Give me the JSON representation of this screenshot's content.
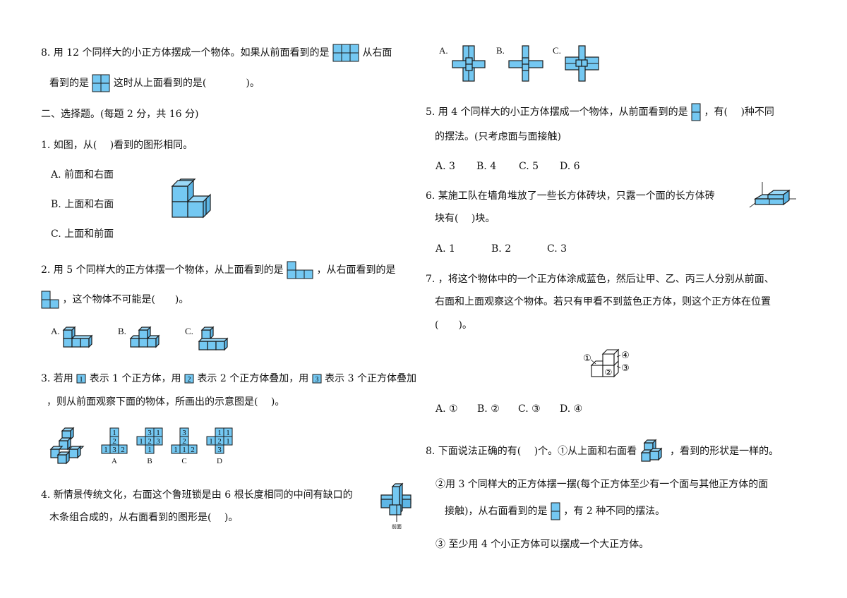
{
  "left": {
    "q8": {
      "line1_a": "8. 用 12 个同样大的小正方体摆成一个物体。如果从前面看到的是",
      "line1_b": "从右面",
      "line2_a": "看到的是",
      "line2_b": "这时从上面看到的是(　　　　)。"
    },
    "section_title": "二、选择题。(每题 2 分，共 16 分)",
    "q1": {
      "stem": "1. 如图，从(　 )看到的图形相同。",
      "options": [
        "A. 前面和右面",
        "B. 上面和右面",
        "C. 上面和前面"
      ]
    },
    "q2": {
      "line1_a": "2. 用 5 个同样大的正方体摆一个物体，从上面看到的是",
      "line1_b": "，从右面看到的是",
      "line2": "，这个物体不可能是(　　)。",
      "options": [
        "A.",
        "B.",
        "C."
      ]
    },
    "q3": {
      "line1_a": "3. 若用",
      "line1_b": "表示 1 个正方体，用",
      "line1_c": "表示 2 个正方体叠加，用",
      "line1_d": "表示 3 个正方体叠加",
      "line2": "，则从前面观察下面的物体，所画出的示意图是(　 )。",
      "legend": [
        "1",
        "2",
        "3"
      ],
      "options": [
        {
          "label": "A",
          "rows": [
            [
              "",
              "1",
              ""
            ],
            [
              "",
              "2",
              ""
            ],
            [
              "1",
              "3",
              "2"
            ]
          ]
        },
        {
          "label": "B",
          "rows": [
            [
              "",
              "3",
              "1"
            ],
            [
              "1",
              "2",
              "3"
            ],
            [
              "",
              "1",
              ""
            ]
          ]
        },
        {
          "label": "C",
          "rows": [
            [
              "",
              "3",
              ""
            ],
            [
              "",
              "2",
              ""
            ],
            [
              "1",
              "1",
              "2"
            ]
          ]
        },
        {
          "label": "D",
          "rows": [
            [
              "",
              "1",
              "1"
            ],
            [
              "1",
              "2",
              "1"
            ],
            [
              "",
              "3",
              ""
            ]
          ]
        }
      ]
    },
    "q4": {
      "line1": "4. 新情景传统文化，右面这个鲁班锁是由 6 根长度相同的中间有缺口的",
      "line2": "木条组合成的，从右面看到的图形是(　 )。",
      "figure_caption": "前面"
    }
  },
  "right": {
    "q4_options": [
      "A.",
      "B.",
      "C."
    ],
    "q5": {
      "line1_a": "5. 用 4 个同样大的小正方体摆成一个物体，从前面看到的是",
      "line1_b": "，有(　 )种不同",
      "line2": "的摆法。(只考虑面与面接触)",
      "options": [
        "A.  3",
        "B. 4",
        "C. 5",
        "D.  6"
      ]
    },
    "q6": {
      "line1": "6. 某施工队在墙角堆放了一些长方体砖块，只露一个面的长方体砖",
      "line2": "块有(　 )块。",
      "options": [
        "A.  1",
        "B.  2",
        "C. 3"
      ]
    },
    "q7": {
      "line1": "7. ，将这个物体中的一个正方体涂成蓝色，然后让甲、乙、丙三人分别从前面、",
      "line2": "右面和上面观察这个物体。若只有甲看不到蓝色正方体，则这个正方体在位置",
      "line3": "(　　)。",
      "markers": [
        "①",
        "②",
        "③",
        "④"
      ],
      "options": [
        "A.  ①",
        "B.  ②",
        "C.  ③",
        "D.  ④"
      ]
    },
    "q8": {
      "line1_a": "8. 下面说法正确的有(　 )个。①从上面和右面看",
      "line1_b": "，看到的形状是一样的。",
      "line2": "②用 3 个同样大的正方体摆一摆(每个正方体至少有一个面与其他正方体的面",
      "line3_a": "接触)，从右面看到的是",
      "line3_b": "，有 2  种不同的摆法。",
      "line4": "③  至少用 4 个小正方体可以摆成一个大正方体。"
    }
  },
  "colors": {
    "cube_blue": "#74c8f2",
    "cube_top": "#9ad8f7",
    "cube_side": "#5db6e6",
    "outline": "#1a1a1a"
  }
}
